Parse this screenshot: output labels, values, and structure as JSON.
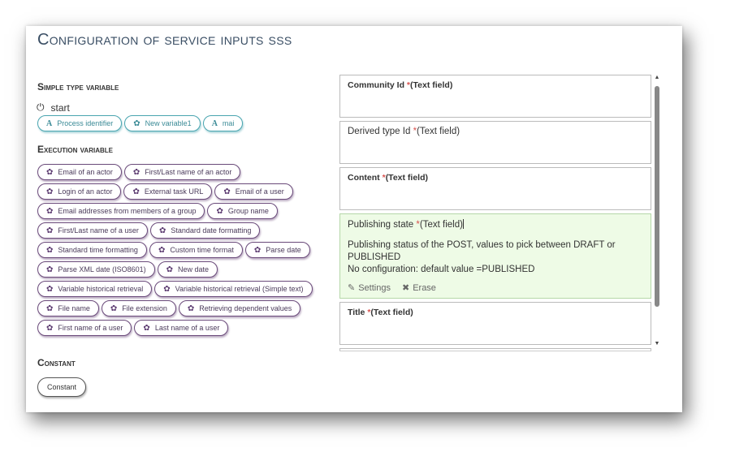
{
  "title": "Configuration of service inputs sss",
  "sections": {
    "simple": "Simple type variable",
    "execution": "Execution variable",
    "constant": "Constant"
  },
  "start_label": "start",
  "simple_vars": [
    "Process identifier",
    "New variable1",
    "mai"
  ],
  "execution_rows": [
    [
      "Email of an actor",
      "First/Last name of an actor"
    ],
    [
      "Login of an actor",
      "External task URL",
      "Email of a user"
    ],
    [
      "Email addresses from members of a group",
      "Group name"
    ],
    [
      "First/Last name of a user",
      "Standard date formatting"
    ],
    [
      "Standard time formatting",
      "Custom time format",
      "Parse date"
    ],
    [
      "Parse XML date (ISO8601)",
      "New date"
    ],
    [
      "Variable historical retrieval",
      "Variable historical retrieval (Simple text)"
    ],
    [
      "File name",
      "File extension",
      "Retrieving dependent values"
    ],
    [
      "First name of a user",
      "Last name of a user"
    ]
  ],
  "constant_label": "Constant",
  "fields": {
    "community": {
      "name": "Community Id",
      "req": "*",
      "type": "(Text field)"
    },
    "derived": {
      "name": "Derived type Id",
      "req": "*",
      "type": "(Text field)"
    },
    "content": {
      "name": "Content",
      "req": "*",
      "type": "(Text field)"
    },
    "publishing": {
      "name": "Publishing state",
      "req": "*",
      "type": "(Text field)",
      "description": "Publishing status of the POST, values to pick between DRAFT or PUBLISHED",
      "config": "No configuration: default value =PUBLISHED",
      "settings": "Settings",
      "erase": "Erase"
    },
    "title": {
      "name": "Title",
      "req": "*",
      "type": "(Text field)"
    }
  },
  "colors": {
    "accent": "#6a4a7a",
    "simple": "#4aa5b0",
    "active_bg": "#eefbe6",
    "required": "#d9534f"
  },
  "icons": {
    "simple_var": "letter-a-icon",
    "exec_var": "gear-icon",
    "start": "power-icon",
    "settings": "edit-icon",
    "erase": "x-icon"
  }
}
